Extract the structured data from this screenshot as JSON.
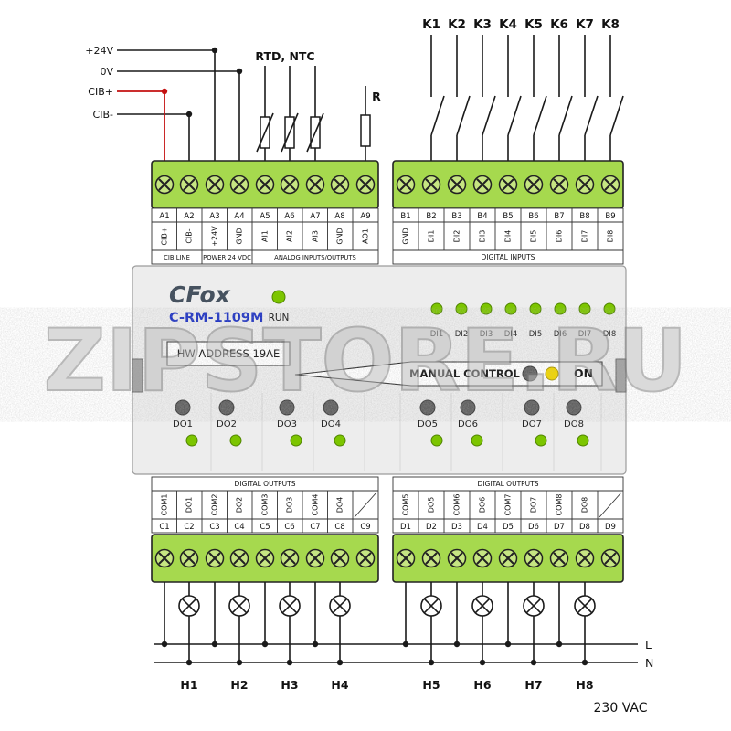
{
  "watermark": "ZIPSTORE.RU",
  "supply": {
    "v24": "+24V",
    "v0": "0V",
    "cib_plus": "CIB+",
    "cib_minus": "CIB-"
  },
  "sensors": {
    "rtd_label": "RTD, NTC",
    "r_label": "R"
  },
  "switches": [
    "K1",
    "K2",
    "K3",
    "K4",
    "K5",
    "K6",
    "K7",
    "K8"
  ],
  "blocks": {
    "a": {
      "numbers": [
        "A1",
        "A2",
        "A3",
        "A4",
        "A5",
        "A6",
        "A7",
        "A8",
        "A9"
      ],
      "signals": [
        "CIB+",
        "CIB-",
        "+24V",
        "GND",
        "AI1",
        "AI2",
        "AI3",
        "GND",
        "AO1"
      ],
      "groups": [
        "CIB LINE",
        "POWER 24 VDC",
        "ANALOG INPUTS/OUTPUTS"
      ]
    },
    "b": {
      "numbers": [
        "B1",
        "B2",
        "B3",
        "B4",
        "B5",
        "B6",
        "B7",
        "B8",
        "B9"
      ],
      "signals": [
        "GND",
        "DI1",
        "DI2",
        "DI3",
        "DI4",
        "DI5",
        "DI6",
        "DI7",
        "DI8"
      ],
      "group": "DIGITAL INPUTS"
    },
    "c": {
      "numbers": [
        "C1",
        "C2",
        "C3",
        "C4",
        "C5",
        "C6",
        "C7",
        "C8",
        "C9"
      ],
      "signals": [
        "COM1",
        "DO1",
        "COM2",
        "DO2",
        "COM3",
        "DO3",
        "COM4",
        "DO4"
      ],
      "group": "DIGITAL OUTPUTS"
    },
    "d": {
      "numbers": [
        "D1",
        "D2",
        "D3",
        "D4",
        "D5",
        "D6",
        "D7",
        "D8",
        "D9"
      ],
      "signals": [
        "COM5",
        "DO5",
        "COM6",
        "DO6",
        "COM7",
        "DO7",
        "COM8",
        "DO8"
      ],
      "group": "DIGITAL OUTPUTS"
    }
  },
  "module": {
    "brand": "CFox",
    "model": "C-RM-1109M",
    "run": "RUN",
    "hw_address": "HW ADDRESS 19AE",
    "manual_control": "MANUAL CONTROL (",
    "on": "ON",
    "di_labels": [
      "DI1",
      "DI2",
      "DI3",
      "DI4",
      "DI5",
      "DI6",
      "DI7",
      "DI8"
    ],
    "do_labels": [
      "DO1",
      "DO2",
      "DO3",
      "DO4",
      "DO5",
      "DO6",
      "DO7",
      "DO8"
    ]
  },
  "mains": {
    "lamps": [
      "H1",
      "H2",
      "H3",
      "H4",
      "H5",
      "H6",
      "H7",
      "H8"
    ],
    "l": "L",
    "n": "N",
    "voltage": "230 VAC"
  },
  "colors": {
    "cib_wire_red": "#c41111",
    "terminal_green": "#a6d94e",
    "led_green": "#7cc500",
    "led_yellow": "#f1d600",
    "model_blue": "#1d32c4"
  }
}
